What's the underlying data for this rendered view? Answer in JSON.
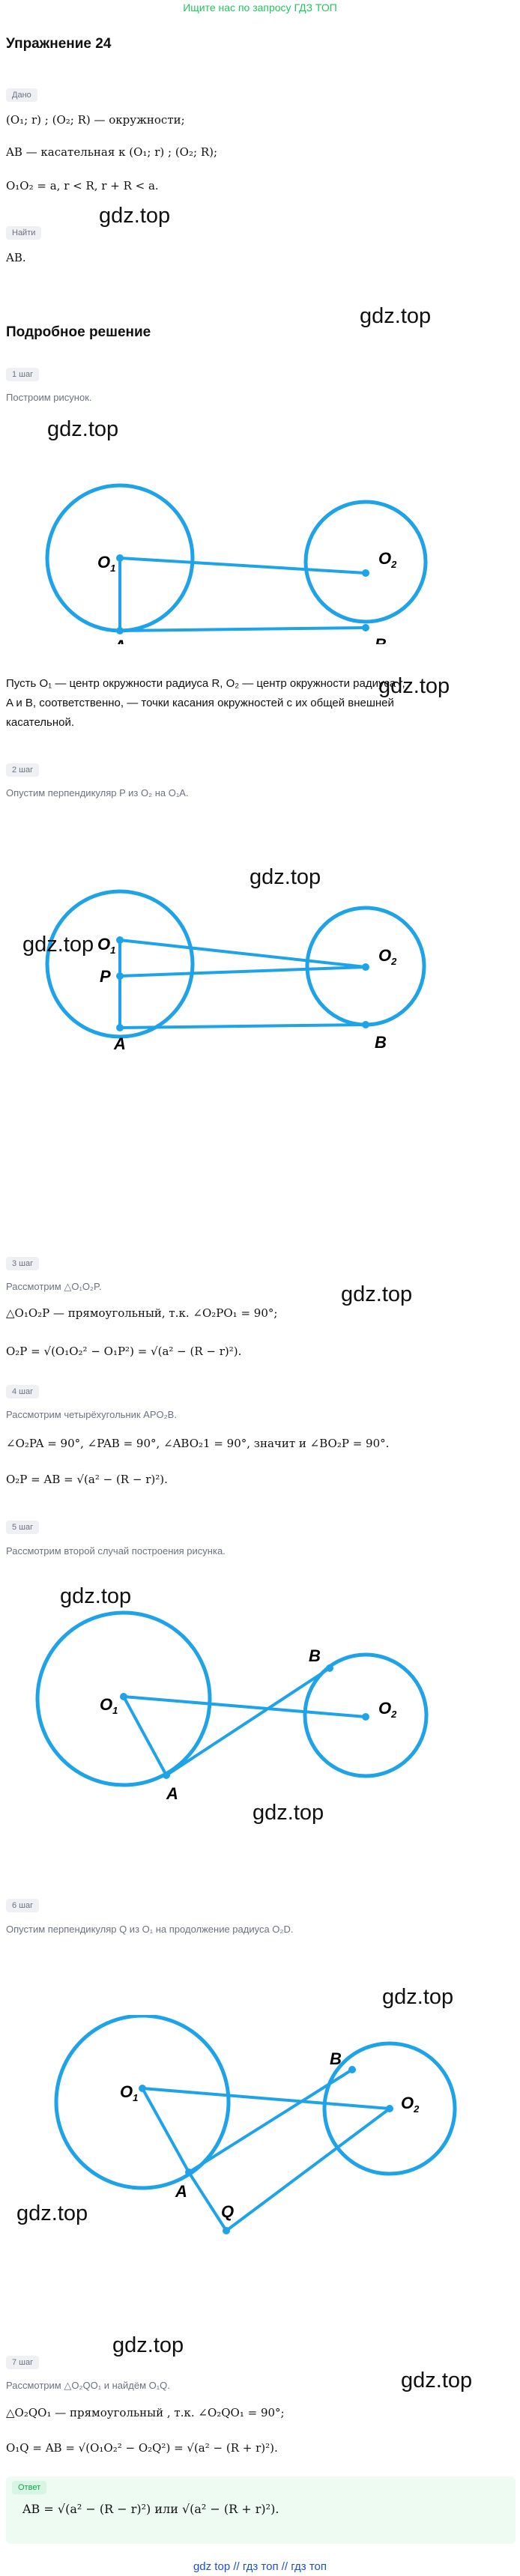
{
  "header": {
    "top_link": "Ищите нас по запросу ГДЗ ТОП",
    "title": "Упражнение 24"
  },
  "given": {
    "label": "Дано",
    "lines": [
      "(O₁; r) ; (O₂; R) — окружности;",
      "AB — касательная к (O₁; r) ; (O₂; R);",
      "O₁O₂ = a, r < R, r + R < a."
    ]
  },
  "find": {
    "label": "Найти",
    "value": "AB."
  },
  "solution_title": "Подробное решение",
  "steps": [
    {
      "label": "1 шаг",
      "text": "Построим рисунок."
    },
    {
      "label": "2 шаг",
      "text": "Опустим перпендикуляр P из O₂ на O₁A."
    },
    {
      "label": "3 шаг",
      "text": "Рассмотрим △O₁O₂P."
    },
    {
      "label": "4 шаг",
      "text": "Рассмотрим четырёхугольник APO₂B."
    },
    {
      "label": "5 шаг",
      "text": "Рассмотрим второй случай построения рисунка."
    },
    {
      "label": "6 шаг",
      "text": "Опустим перпендикуляр Q из O₁ на продолжение радиуса O₂D."
    },
    {
      "label": "7 шаг",
      "text": "Рассмотрим △O₂QO₁ и найдём O₁Q."
    }
  ],
  "explanation": {
    "line1": "Пусть O₁ — центр окружности радиуса R, O₂ — центр окружности радиуса r,",
    "line2": "A и B, соответственно, — точки касания окружностей с их общей внешней",
    "line3": "касательной."
  },
  "step3_math": {
    "line1": "△O₁O₂P — прямоугольный, т.к. ∠O₂PO₁ = 90°;",
    "line2": "O₂P = √(O₁O₂² − O₁P²) = √(a² − (R − r)²)."
  },
  "step4_math": {
    "line1": "∠O₂PA = 90°, ∠PAB = 90°, ∠ABO₂1 = 90°, значит и ∠BO₂P = 90°.",
    "line2": "O₂P = AB = √(a² − (R − r)²)."
  },
  "step7_math": {
    "line1": "△O₂QO₁ — прямоугольный , т.к. ∠O₂QO₁ = 90°;",
    "line2": "O₁Q = AB = √(O₁O₂² − O₂Q²) = √(a² − (R + r)²)."
  },
  "answer": {
    "label": "Ответ",
    "text": "AB = √(a² − (R − r)²) или √(a² − (R + r)²)."
  },
  "figure_labels": {
    "O1": "O",
    "O2": "O",
    "sub1": "1",
    "sub2": "2",
    "A": "A",
    "B": "B",
    "P": "P",
    "Q": "Q"
  },
  "watermark": "gdz.top",
  "footer": "gdz top // гдз топ // гдз топ",
  "colors": {
    "circle": "#1fa3e8",
    "accent_green": "#22c55e",
    "answer_bg": "#eefbf3"
  }
}
